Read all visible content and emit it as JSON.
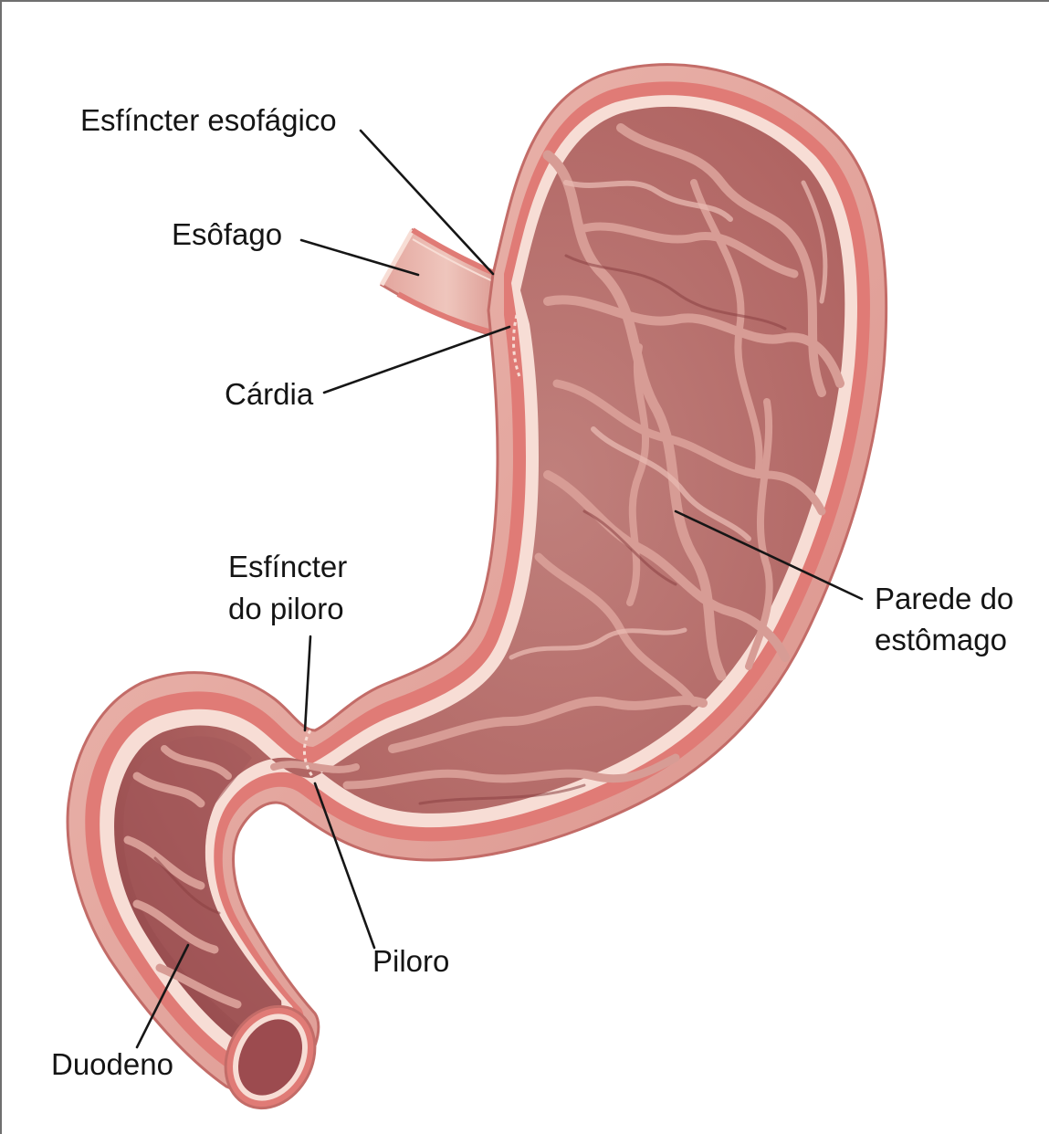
{
  "labels": {
    "esfincter_esofagico": "Esfíncter esofágico",
    "esofago": "Esôfago",
    "cardia": "Cárdia",
    "esfincter_piloro_1": "Esfíncter",
    "esfincter_piloro_2": "do piloro",
    "parede_1": "Parede do",
    "parede_2": "estômago",
    "piloro": "Piloro",
    "duodeno": "Duodeno"
  },
  "colors": {
    "outer_wall": "#e7a9a0",
    "wall_band": "#e07b76",
    "inner_lining": "#f7ddd5",
    "mucosa": "#b66a68",
    "mucosa_dark": "#8e4649",
    "ridge": "#d79c95",
    "frame": "#6f6f6f"
  }
}
